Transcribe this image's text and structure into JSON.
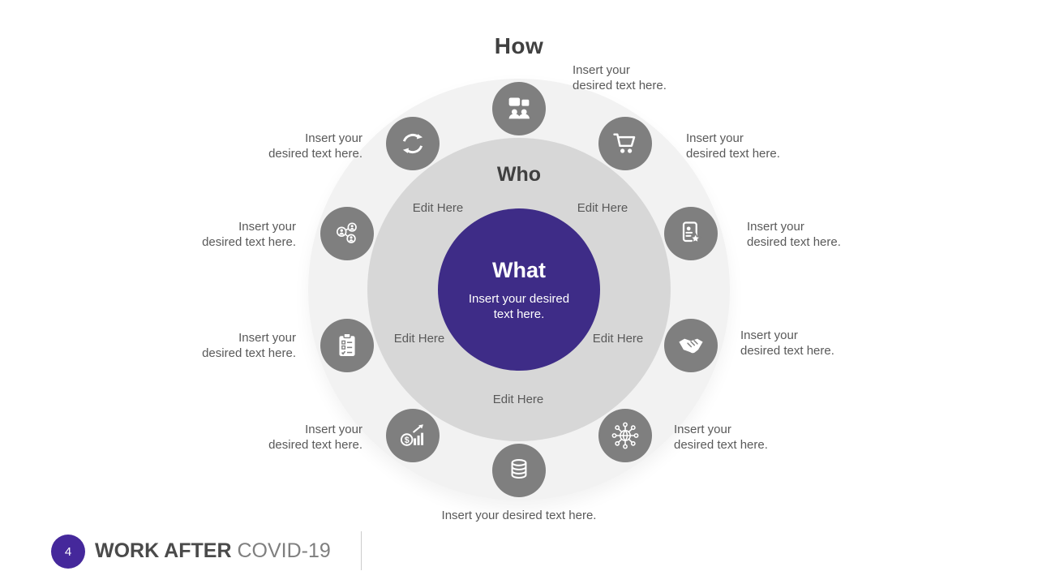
{
  "titles": {
    "outer_ring_label": "How",
    "middle_ring_label": "Who",
    "center_label": "What"
  },
  "center_circle": {
    "text_line1": "Insert your desired",
    "text_line2": "text here."
  },
  "edit_labels": [
    "Edit Here",
    "Edit Here",
    "Edit Here",
    "Edit Here",
    "Edit Here"
  ],
  "satellites": [
    {
      "icon": "conversation-people-icon",
      "label_line1": "Insert your",
      "label_line2": "desired text here."
    },
    {
      "icon": "shopping-cart-icon",
      "label_line1": "Insert your",
      "label_line2": "desired text here."
    },
    {
      "icon": "contact-card-star-icon",
      "label_line1": "Insert your",
      "label_line2": "desired text here."
    },
    {
      "icon": "handshake-icon",
      "label_line1": "Insert your",
      "label_line2": "desired text here."
    },
    {
      "icon": "network-globe-icon",
      "label_line1": "Insert your",
      "label_line2": "desired text here."
    },
    {
      "icon": "database-icon",
      "label": "Insert your desired text here."
    },
    {
      "icon": "financial-growth-icon",
      "label_line1": "Insert your",
      "label_line2": "desired text here."
    },
    {
      "icon": "checklist-icon",
      "label_line1": "Insert your",
      "label_line2": "desired text here."
    },
    {
      "icon": "team-network-icon",
      "label_line1": "Insert your",
      "label_line2": "desired text here."
    },
    {
      "icon": "sync-arrows-icon",
      "label_line1": "Insert your",
      "label_line2": "desired text here."
    }
  ],
  "footer": {
    "page_number": "4",
    "title_primary": "WORK AFTER",
    "title_secondary": "COVID-19"
  },
  "colors": {
    "accent_purple": "#3E2C87",
    "badge_purple": "#45289B",
    "outer_ring": "#F2F2F2",
    "middle_ring": "#D7D7D7",
    "icon_circle_gray": "#7F7F7F",
    "body_text": "#595959",
    "heading_text": "#404040"
  }
}
